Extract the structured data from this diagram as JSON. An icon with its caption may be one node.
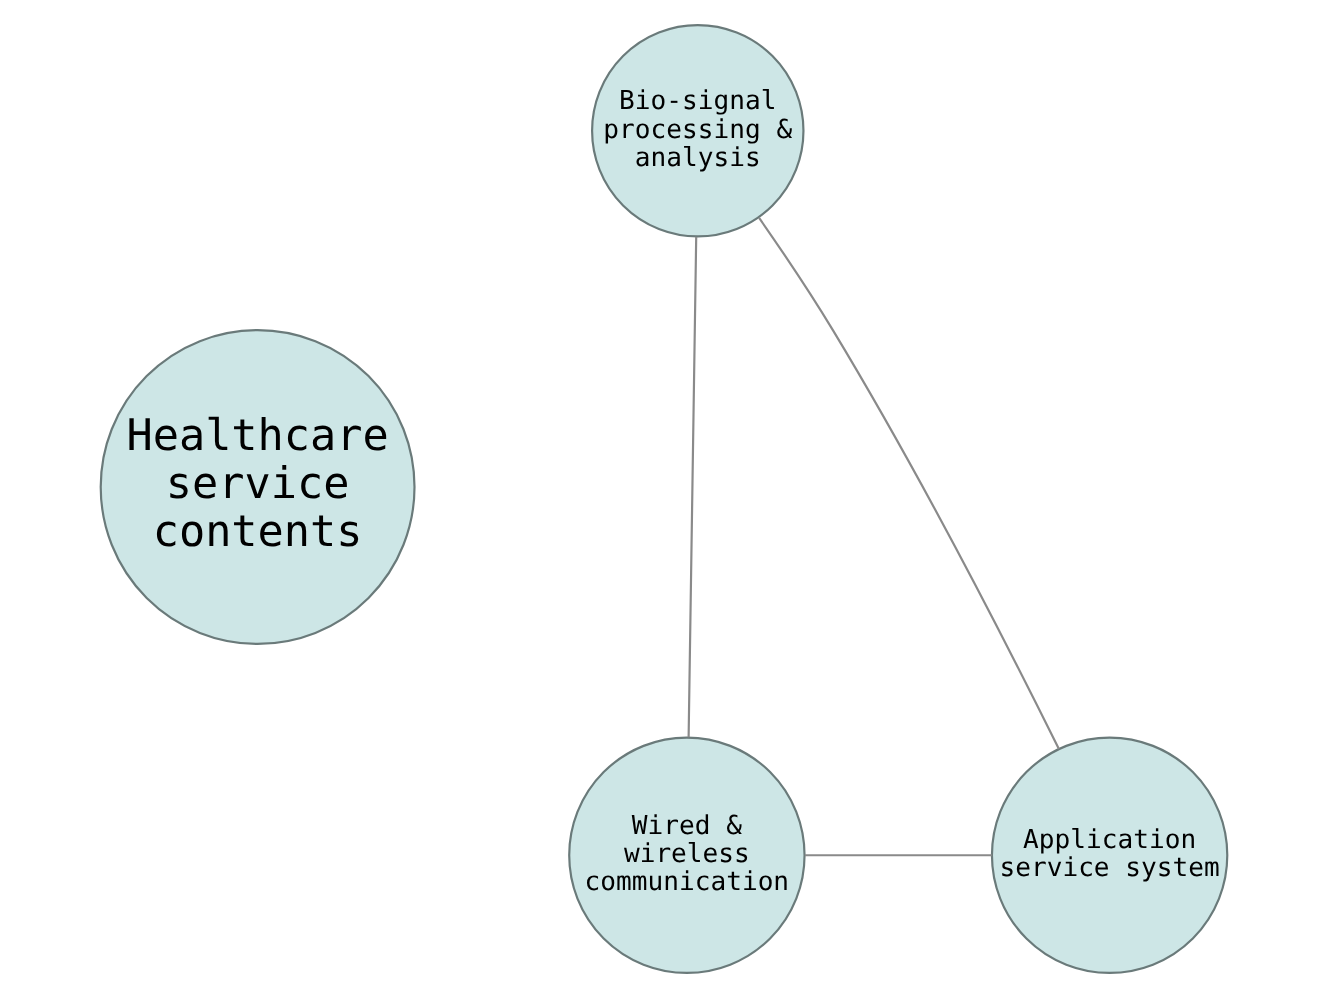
{
  "diagram": {
    "nodes": [
      {
        "text": [
          "Bio-signal processing & analysis"
        ]
      },
      {
        "text": [
          "Healthcare service contents"
        ]
      },
      {
        "text": [
          "Wired & wireless communication"
        ]
      },
      {
        "text": [
          "Application service system"
        ]
      }
    ],
    "edges": [
      {
        "from": 0,
        "to": 2,
        "arrow": "none"
      },
      {
        "from": 0,
        "to": 3,
        "arrow": "none"
      },
      {
        "from": 2,
        "to": 3,
        "arrow": "none"
      }
    ]
  }
}
